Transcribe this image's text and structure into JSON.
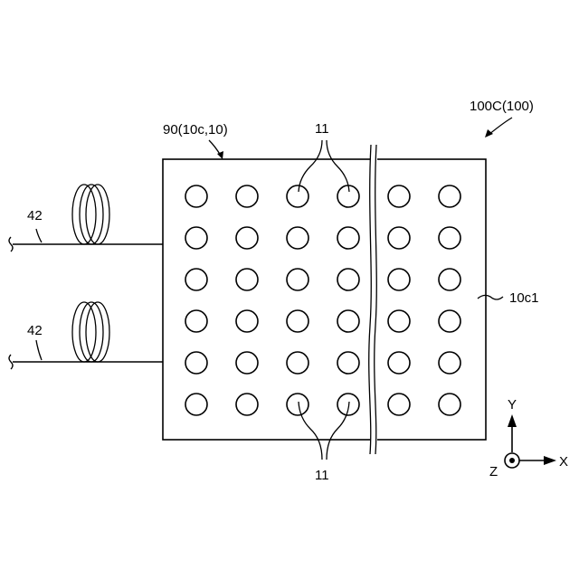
{
  "labels": {
    "assembly": "100C(100)",
    "plate": "90(10c,10)",
    "surface": "10c1",
    "holes_top": "11",
    "holes_bottom": "11",
    "fiber_upper": "42",
    "fiber_lower": "42"
  },
  "grid": {
    "rows": 6,
    "columns": 6
  },
  "axes": {
    "x": "X",
    "y": "Y",
    "z": "Z"
  },
  "colors": {
    "line": "#000000",
    "background": "#ffffff"
  }
}
